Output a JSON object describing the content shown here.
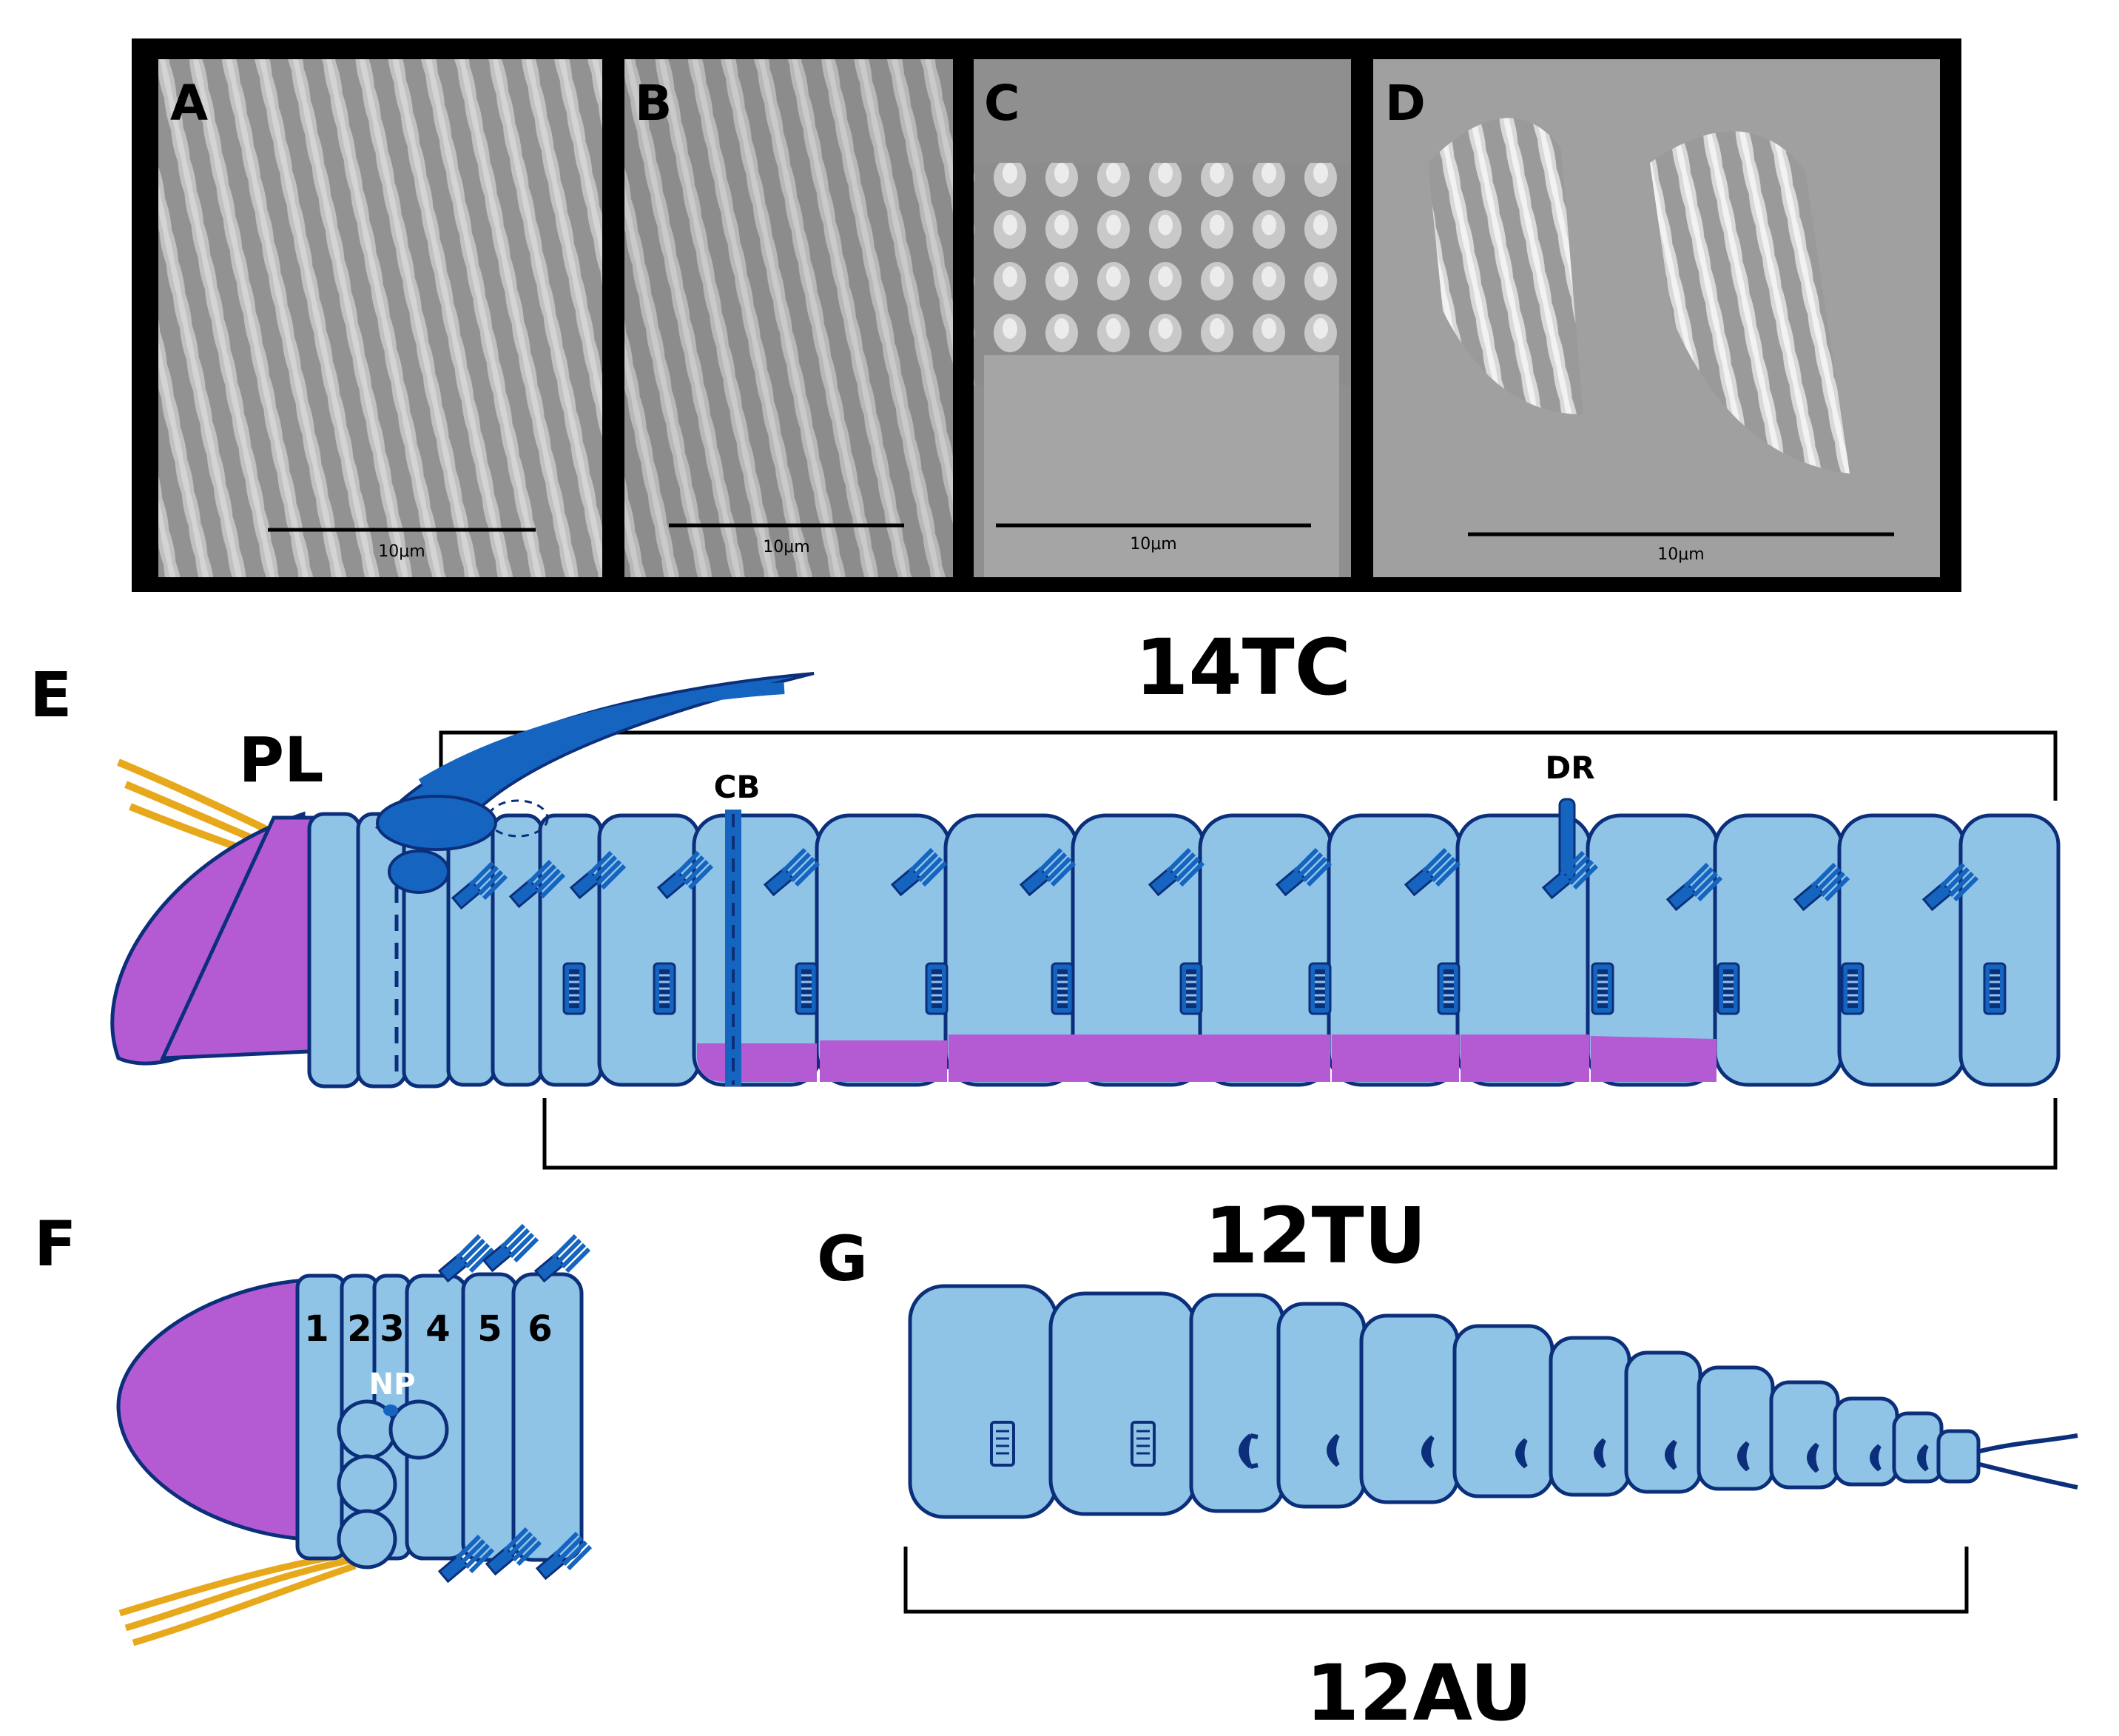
{
  "colors": {
    "segment_fill": "#90c4e7",
    "outline": "#0b2f7a",
    "appendage": "#1565c0",
    "ventral": "#b45bd3",
    "antenna": "#e8a81c",
    "micrograph_bg": "#8a8a8a"
  },
  "micrographs": [
    {
      "label": "A",
      "scale": "10μm"
    },
    {
      "label": "B",
      "scale": "10μm"
    },
    {
      "label": "C",
      "scale": "10μm"
    },
    {
      "label": "D",
      "scale": "10μm"
    }
  ],
  "panel_e": {
    "label": "E",
    "head_label": "PL",
    "top_bracket_label": "14TC",
    "bottom_bracket_label": "12TU",
    "marker_cb": "CB",
    "marker_dr": "DR"
  },
  "panel_f": {
    "label": "F",
    "segment_numbers": [
      "1",
      "2",
      "3",
      "4",
      "5",
      "6"
    ],
    "marker_np": "NP"
  },
  "panel_g": {
    "label": "G",
    "bracket_label": "12AU"
  }
}
